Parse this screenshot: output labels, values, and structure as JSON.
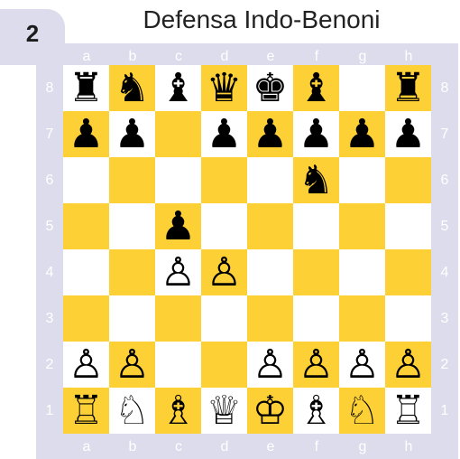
{
  "diagram_number": "2",
  "title": "Defensa Indo-Benoni",
  "files": [
    "a",
    "b",
    "c",
    "d",
    "e",
    "f",
    "g",
    "h"
  ],
  "ranks": [
    "8",
    "7",
    "6",
    "5",
    "4",
    "3",
    "2",
    "1"
  ],
  "colors": {
    "light_square": "#ffffff",
    "dark_square": "#fdd036",
    "frame": "#dcdcec"
  },
  "position": [
    [
      "rook-black",
      "knight-black",
      "bishop-black",
      "queen-black",
      "king-black",
      "bishop-black",
      "",
      "rook-black"
    ],
    [
      "pawn-black",
      "pawn-black",
      "",
      "pawn-black",
      "pawn-black",
      "pawn-black",
      "pawn-black",
      "pawn-black"
    ],
    [
      "",
      "",
      "",
      "",
      "",
      "knight-black",
      "",
      ""
    ],
    [
      "",
      "",
      "pawn-black",
      "",
      "",
      "",
      "",
      ""
    ],
    [
      "",
      "",
      "pawn-white",
      "pawn-white",
      "",
      "",
      "",
      ""
    ],
    [
      "",
      "",
      "",
      "",
      "",
      "",
      "",
      ""
    ],
    [
      "pawn-white",
      "pawn-white",
      "",
      "",
      "pawn-white",
      "pawn-white",
      "pawn-white",
      "pawn-white"
    ],
    [
      "rook-white",
      "knight-white",
      "bishop-white",
      "queen-white",
      "king-white",
      "bishop-white",
      "knight-white",
      "rook-white"
    ]
  ]
}
